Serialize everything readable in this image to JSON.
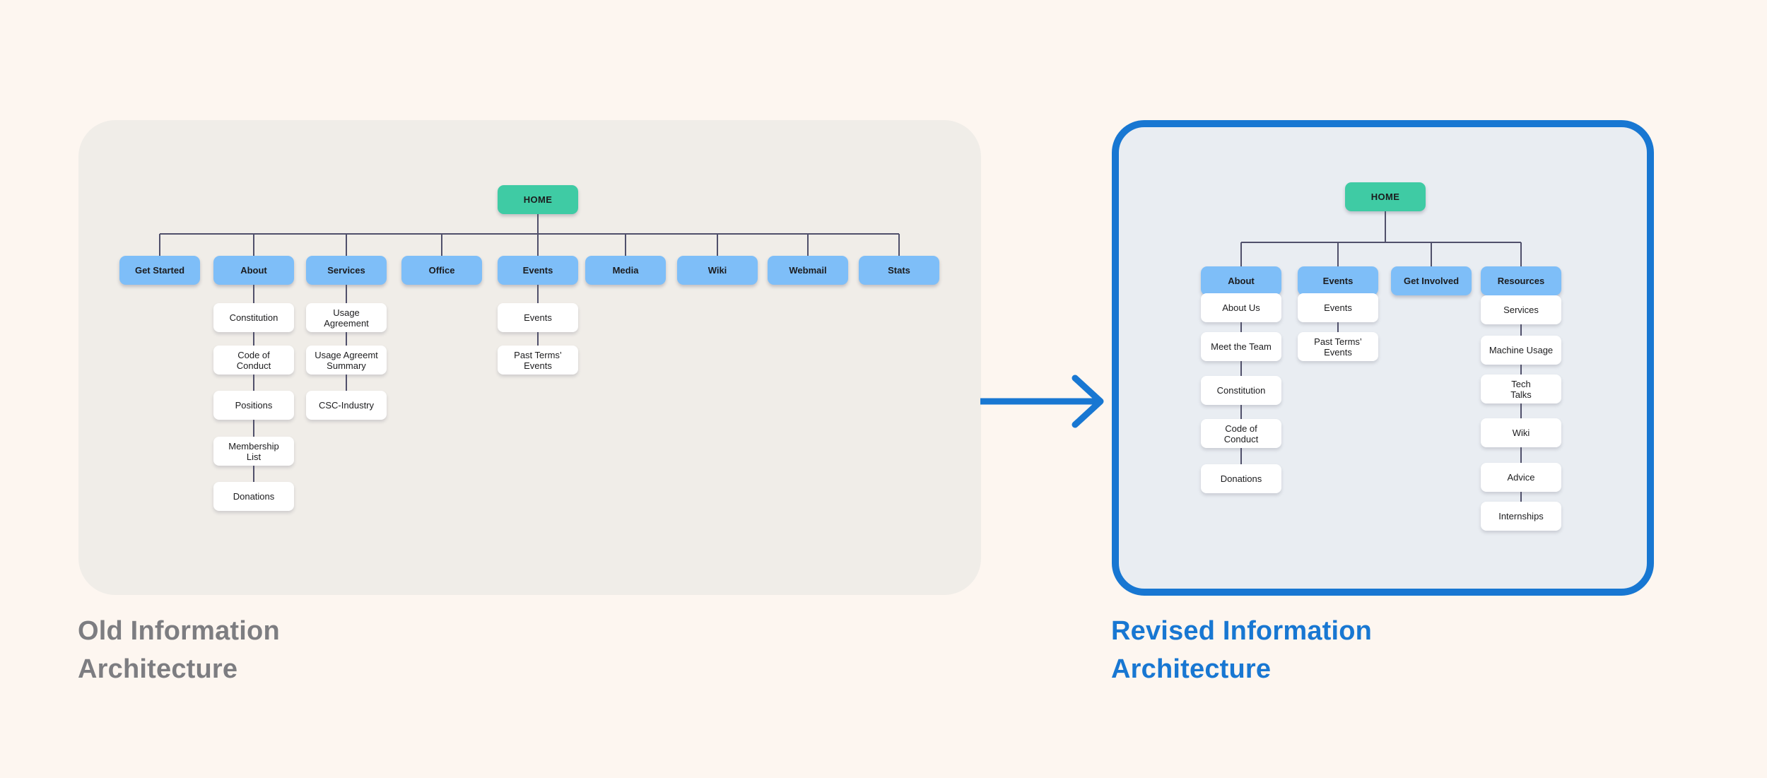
{
  "old": {
    "title": "Old Information Architecture",
    "root": "HOME",
    "children": [
      {
        "label": "Get Started",
        "subs": []
      },
      {
        "label": "About",
        "subs": [
          "Constitution",
          "Code of\nConduct",
          "Positions",
          "Membership\nList",
          "Donations"
        ]
      },
      {
        "label": "Services",
        "subs": [
          "Usage\nAgreement",
          "Usage Agreemt\nSummary",
          "CSC-Industry"
        ]
      },
      {
        "label": "Office",
        "subs": []
      },
      {
        "label": "Events",
        "subs": [
          "Events",
          "Past Terms’\nEvents"
        ]
      },
      {
        "label": "Media",
        "subs": []
      },
      {
        "label": "Wiki",
        "subs": []
      },
      {
        "label": "Webmail",
        "subs": []
      },
      {
        "label": "Stats",
        "subs": []
      }
    ]
  },
  "revised": {
    "title": "Revised Information Architecture",
    "root": "HOME",
    "children": [
      {
        "label": "About",
        "subs": [
          "About Us",
          "Meet the Team",
          "Constitution",
          "Code of\nConduct",
          "Donations"
        ]
      },
      {
        "label": "Events",
        "subs": [
          "Events",
          "Past Terms’\nEvents"
        ]
      },
      {
        "label": "Get Involved",
        "subs": []
      },
      {
        "label": "Resources",
        "subs": [
          "Services",
          "Machine Usage",
          "Tech\nTalks",
          "Wiki",
          "Advice",
          "Internships"
        ]
      }
    ]
  },
  "colors": {
    "page_bg": "#FDF6F0",
    "old_panel_bg": "#F0EDE8",
    "revised_panel_bg": "#E9EDF2",
    "accent_blue": "#1877D2",
    "node_blue": "#7EBEF8",
    "node_green": "#3FCBA4",
    "node_white": "#FFFFFF",
    "connector": "#50506B",
    "old_title_gray": "#7D7D81"
  }
}
